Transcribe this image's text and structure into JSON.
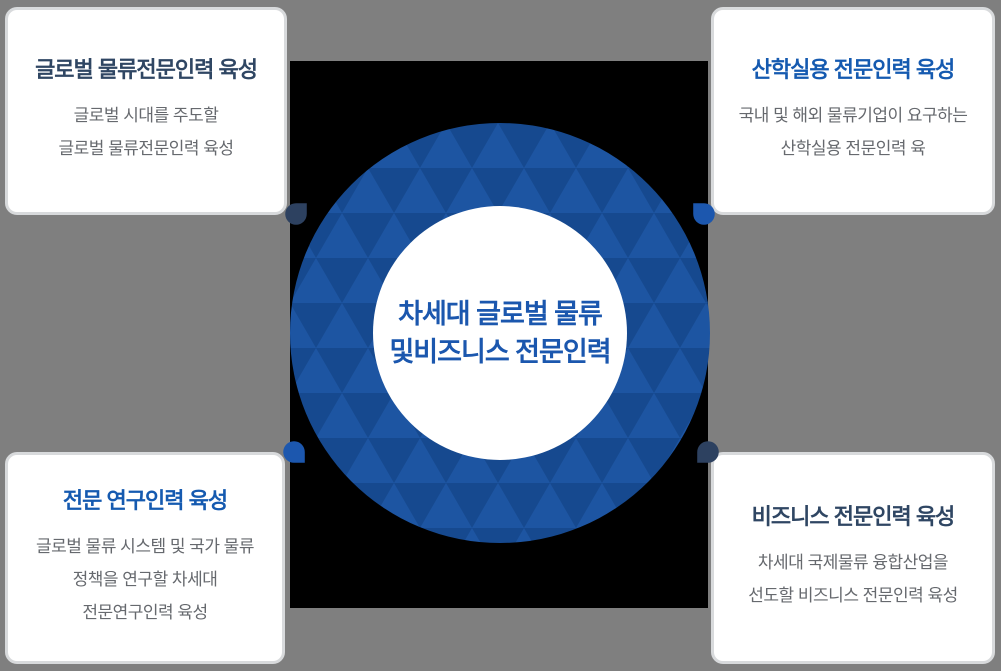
{
  "background": {
    "page_color": "#7f7f7f",
    "panel_color": "#000000"
  },
  "center_circle": {
    "line1": "차세대 글로벌 물류",
    "line2": "및비즈니스 전문인력",
    "text_color": "#1b57ae",
    "ring_triangle_light": "#1d55a2",
    "ring_triangle_dark": "#16498f",
    "core_color": "#ffffff"
  },
  "cards": [
    {
      "position": "top-left",
      "title": "글로벌 물류전문인력 육성",
      "title_color": "#2f4663",
      "lines": [
        "글로벌 시대를 주도할",
        "글로벌 물류전문인력 육성"
      ]
    },
    {
      "position": "top-right",
      "title": "산학실용 전문인력 육성",
      "title_color": "#155ab0",
      "lines": [
        "국내 및 해외 물류기업이 요구하는",
        "산학실용 전문인력 육"
      ]
    },
    {
      "position": "bottom-left",
      "title": "전문 연구인력 육성",
      "title_color": "#155ab0",
      "lines": [
        "글로벌 물류 시스템 및 국가 물류",
        "정책을 연구할 차세대",
        "전문연구인력 육성"
      ]
    },
    {
      "position": "bottom-right",
      "title": "비즈니스 전문인력 육성",
      "title_color": "#2f4663",
      "lines": [
        "차세대 국제물류 융합산업을",
        "선도할 비즈니스 전문인력 육성"
      ]
    }
  ],
  "icons": [
    {
      "name": "bubble-icon-top-left",
      "color": "#2d4160"
    },
    {
      "name": "bubble-icon-top-right",
      "color": "#1c57ae"
    },
    {
      "name": "bubble-icon-bottom-left",
      "color": "#1c57ae"
    },
    {
      "name": "bubble-icon-bottom-right",
      "color": "#2d4160"
    }
  ],
  "body_text_color": "#66696e"
}
